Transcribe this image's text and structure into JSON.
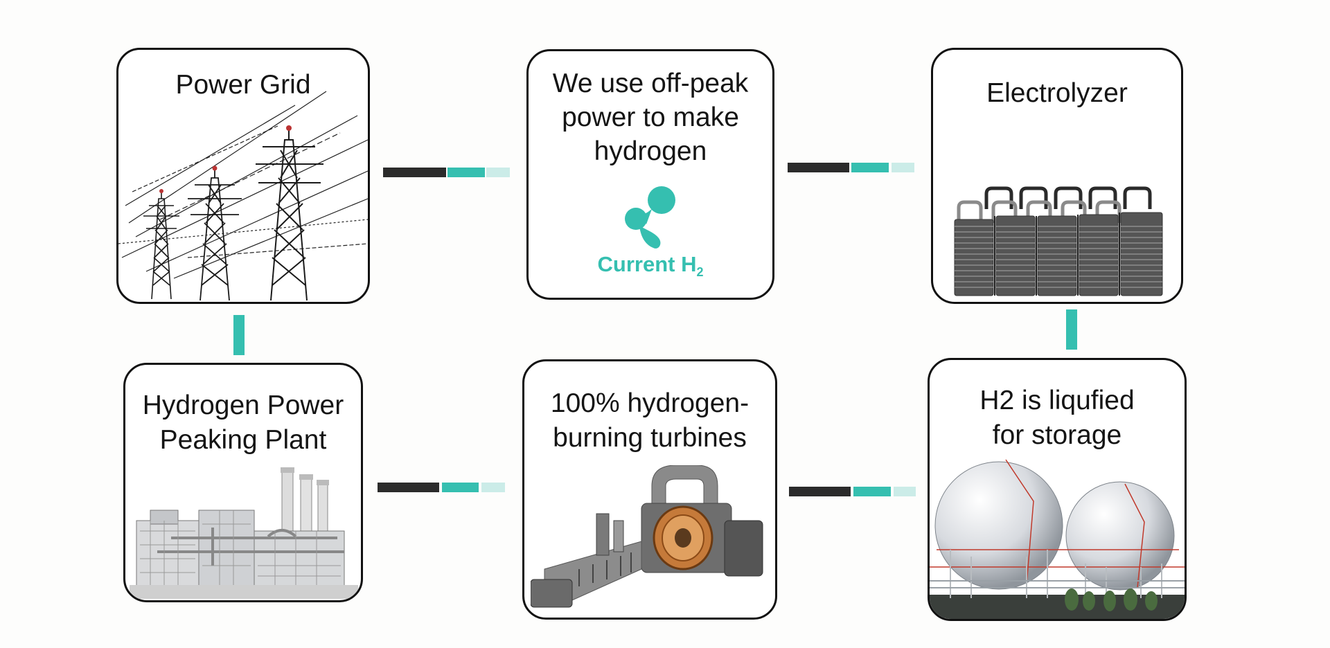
{
  "colors": {
    "dark": "#2b2b2b",
    "teal": "#35bfb0",
    "teal_light": "#cbece8",
    "outline": "#111111"
  },
  "cards": {
    "power_grid": {
      "title": "Power Grid"
    },
    "off_peak": {
      "title_lines": [
        "We use off-peak",
        "power to make",
        "hydrogen"
      ],
      "logo_text": "Current H",
      "logo_subscript": "2"
    },
    "electrolyzer": {
      "title": "Electrolyzer"
    },
    "peaking_plant": {
      "title_lines": [
        "Hydrogen Power",
        "Peaking Plant"
      ]
    },
    "turbines": {
      "title_lines": [
        "100% hydrogen-",
        "burning turbines"
      ]
    },
    "storage": {
      "title_lines": [
        "H2 is liqufied",
        "for storage"
      ]
    }
  }
}
